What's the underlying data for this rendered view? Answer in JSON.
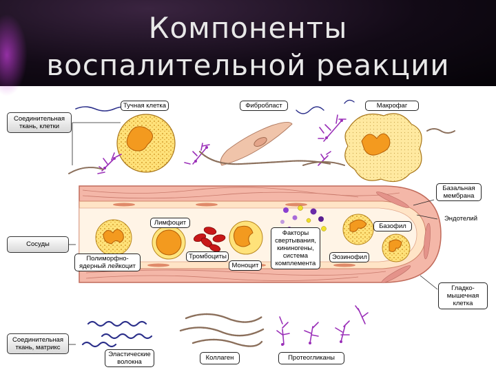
{
  "title": {
    "line1": "Компоненты",
    "line2": "воспалительной реакции"
  },
  "labels": {
    "mast_cell": "Тучная клетка",
    "fibroblast": "Фибробласт",
    "macrophage": "Макрофаг",
    "connective_cells": "Соединительная ткань, клетки",
    "basal_membrane": "Базальная мембрана",
    "endothelium": "Эндотелий",
    "lymphocyte": "Лимфоцит",
    "basophil": "Базофил",
    "vessels": "Сосуды",
    "pmn": "Полиморфно-ядерный лейкоцит",
    "platelets": "Тромбоциты",
    "monocyte": "Моноцит",
    "factors": "Факторы свертывания, кининогены, система комплемента",
    "eosinophil": "Эозинофил",
    "smooth_muscle": "Гладко-мышечная клетка",
    "connective_matrix": "Соединительная ткань, матрикс",
    "elastic_fibers": "Эластические волокна",
    "collagen": "Коллаген",
    "proteoglycans": "Протеогликаны"
  },
  "colors": {
    "vessel_wall": "#f2b3a4",
    "endothelium_fill": "#ffe9d2",
    "nucleus": "#f39a1f",
    "cell_fill": "#ffe690",
    "proteoglycan": "#9a2fb8",
    "elastic": "#2b2f8a",
    "rbc": "#c81818"
  }
}
